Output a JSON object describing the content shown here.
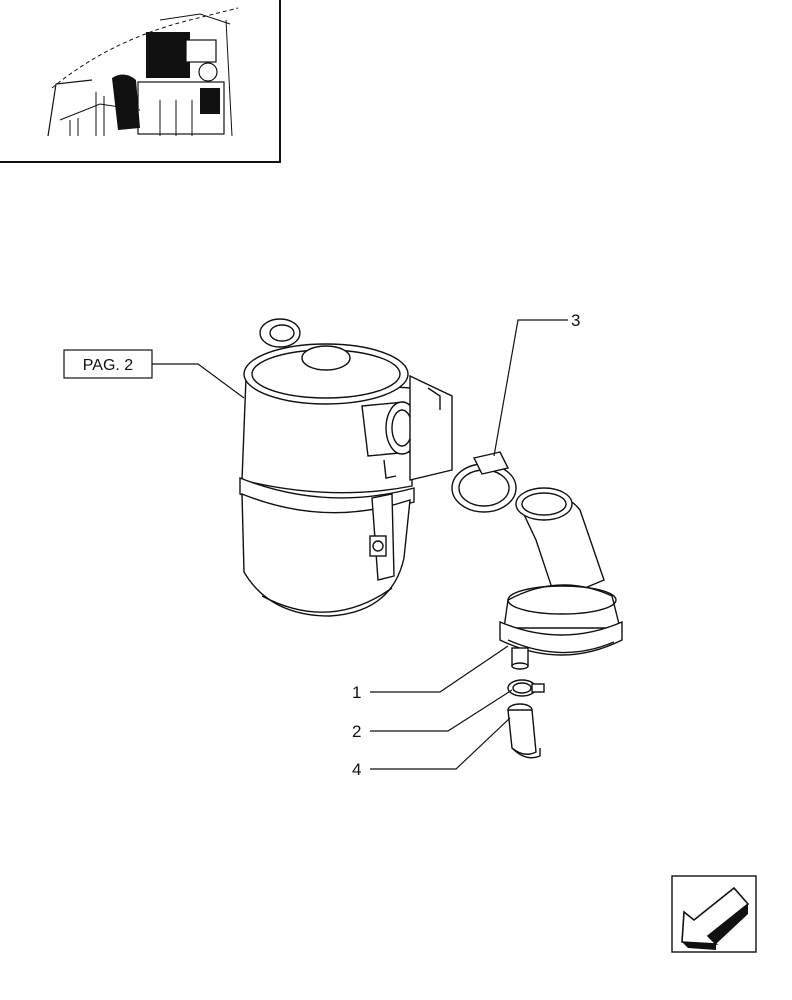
{
  "reference_box": {
    "label": "PAG. 2"
  },
  "callouts": [
    {
      "number": "1"
    },
    {
      "number": "2"
    },
    {
      "number": "3"
    },
    {
      "number": "4"
    }
  ],
  "icons": {
    "thumbnail": "engine-location-thumbnail",
    "nav": "previous-page-arrow-icon"
  }
}
